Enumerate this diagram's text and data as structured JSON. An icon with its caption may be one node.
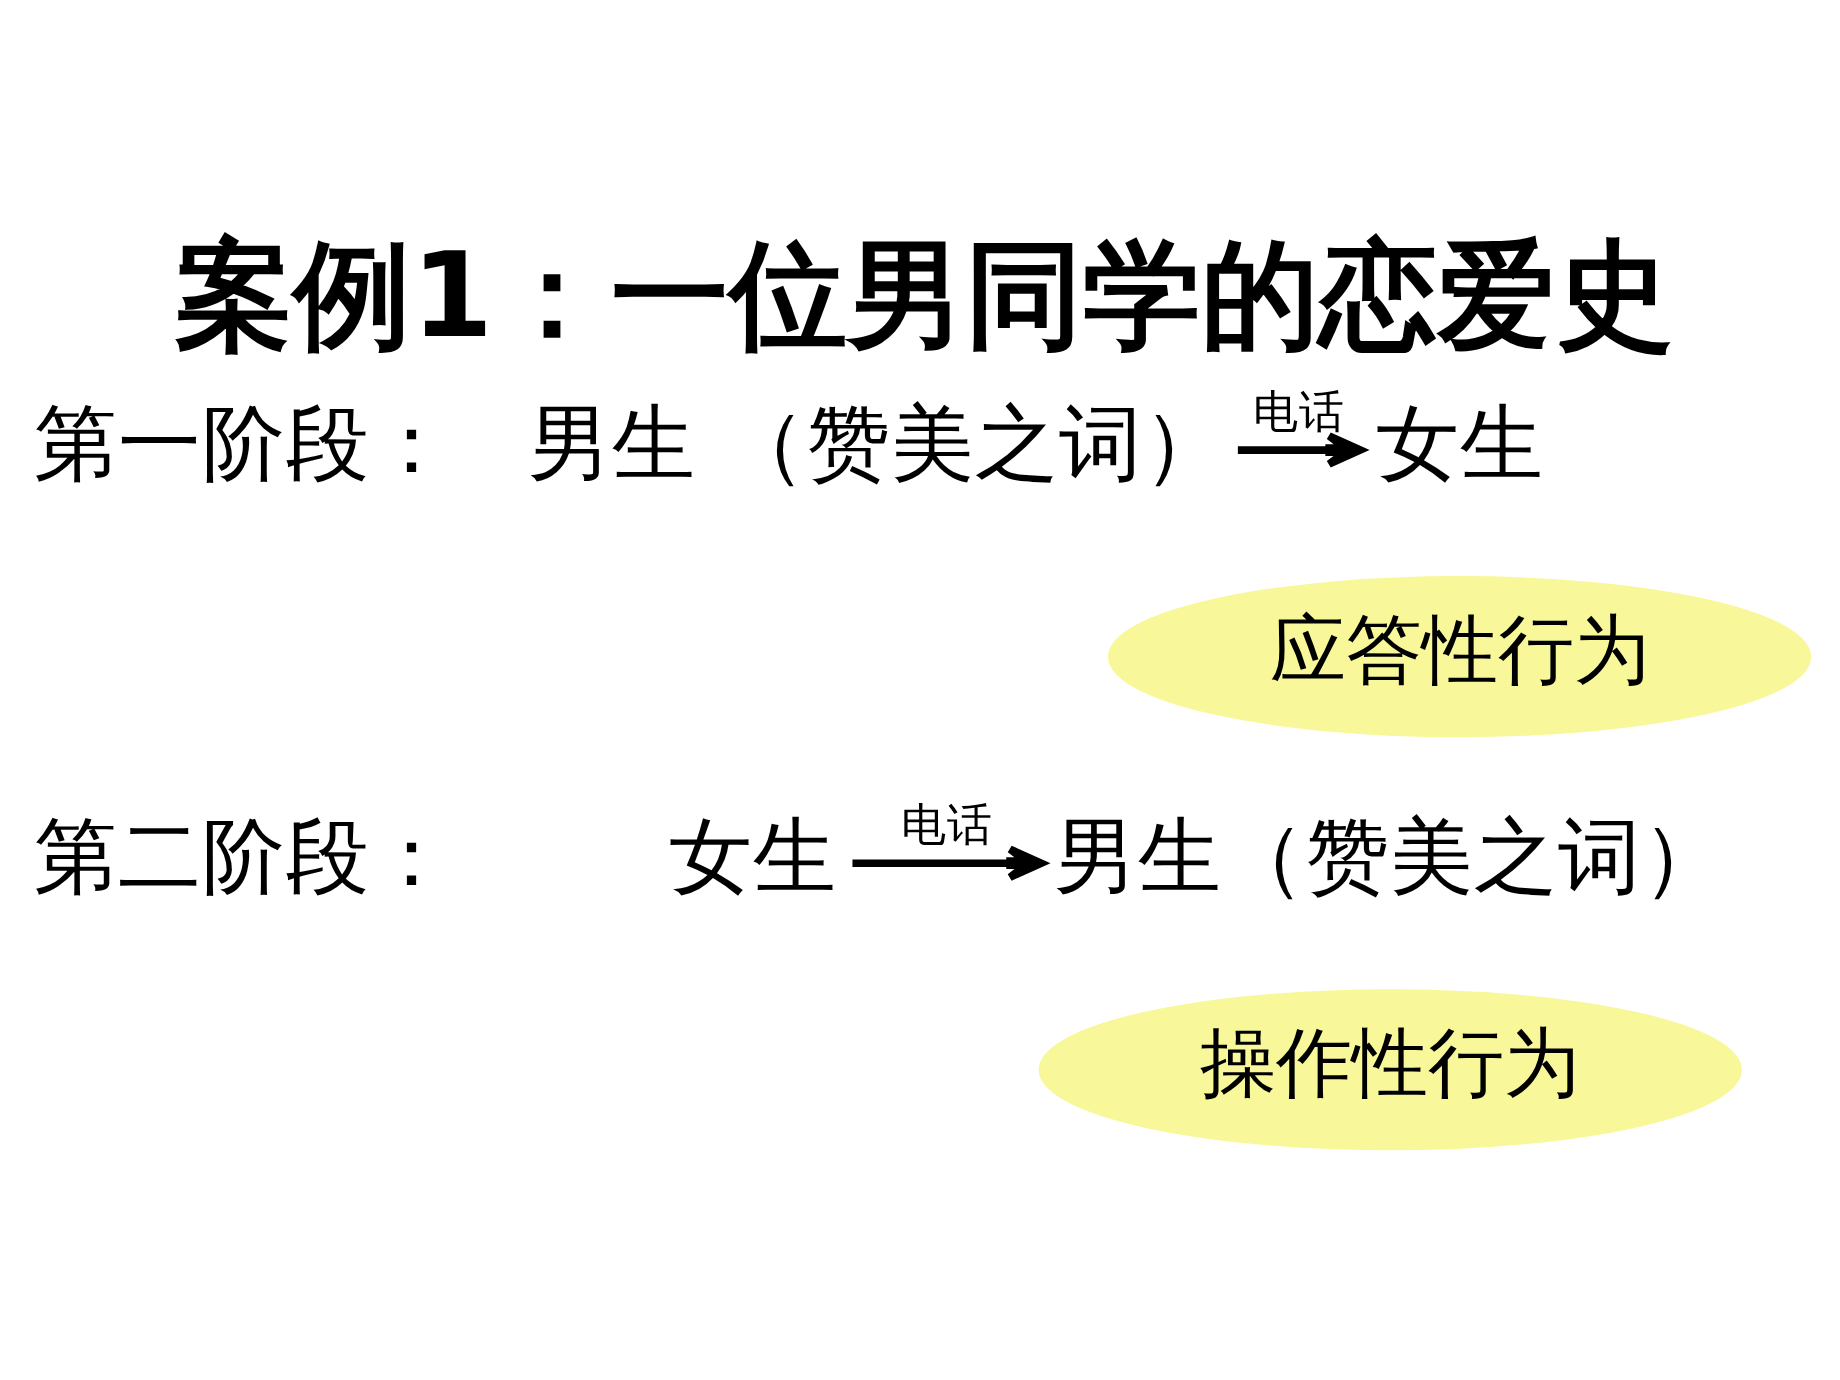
{
  "diagram": {
    "title": "案例1：一位男同学的恋爱史",
    "nodes": [
      {
        "text": [
          "男生 （赞美之词）"
        ]
      },
      {
        "text": [
          "女生"
        ]
      },
      {
        "text": [
          "应答性行为"
        ]
      },
      {
        "text": [
          "女生"
        ]
      },
      {
        "text": [
          "男生（赞美之词）"
        ]
      },
      {
        "text": [
          "操作性行为"
        ]
      }
    ],
    "edges": [
      {
        "from": 0,
        "to": 1,
        "arrow": "to",
        "label": "电话"
      },
      {
        "from": 3,
        "to": 4,
        "arrow": "to",
        "label": "电话"
      }
    ],
    "labels": [
      "第一阶段：",
      "第二阶段："
    ]
  }
}
